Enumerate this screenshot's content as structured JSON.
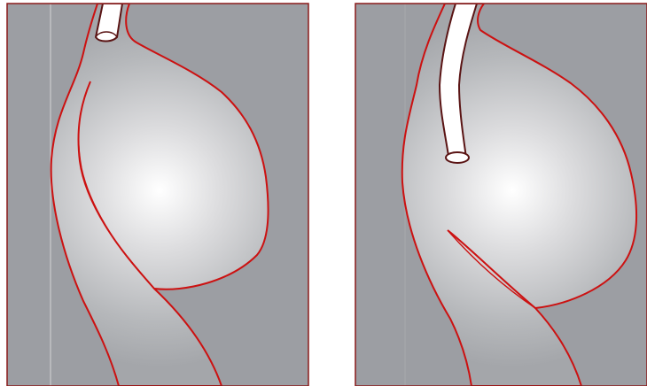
{
  "figure": {
    "panels": [
      {
        "id": "left",
        "description_visible_text": "",
        "elements": [
          "background",
          "vessel-cavity",
          "upper-tube",
          "inner-fold-curve",
          "vertical-guide-line"
        ]
      },
      {
        "id": "right",
        "description_visible_text": "",
        "elements": [
          "background",
          "vessel-cavity",
          "inserted-tube",
          "inner-flap-line"
        ]
      }
    ],
    "colors": {
      "background": "#9c9ea3",
      "outline": "#cc1111",
      "highlight": "#ffffff",
      "shade": "#a4a6aa",
      "tube_fill": "#ffffff",
      "tube_stroke": "#5a1414",
      "frame": "#8a1a1a",
      "guide_line": "#d8d8d8"
    }
  }
}
